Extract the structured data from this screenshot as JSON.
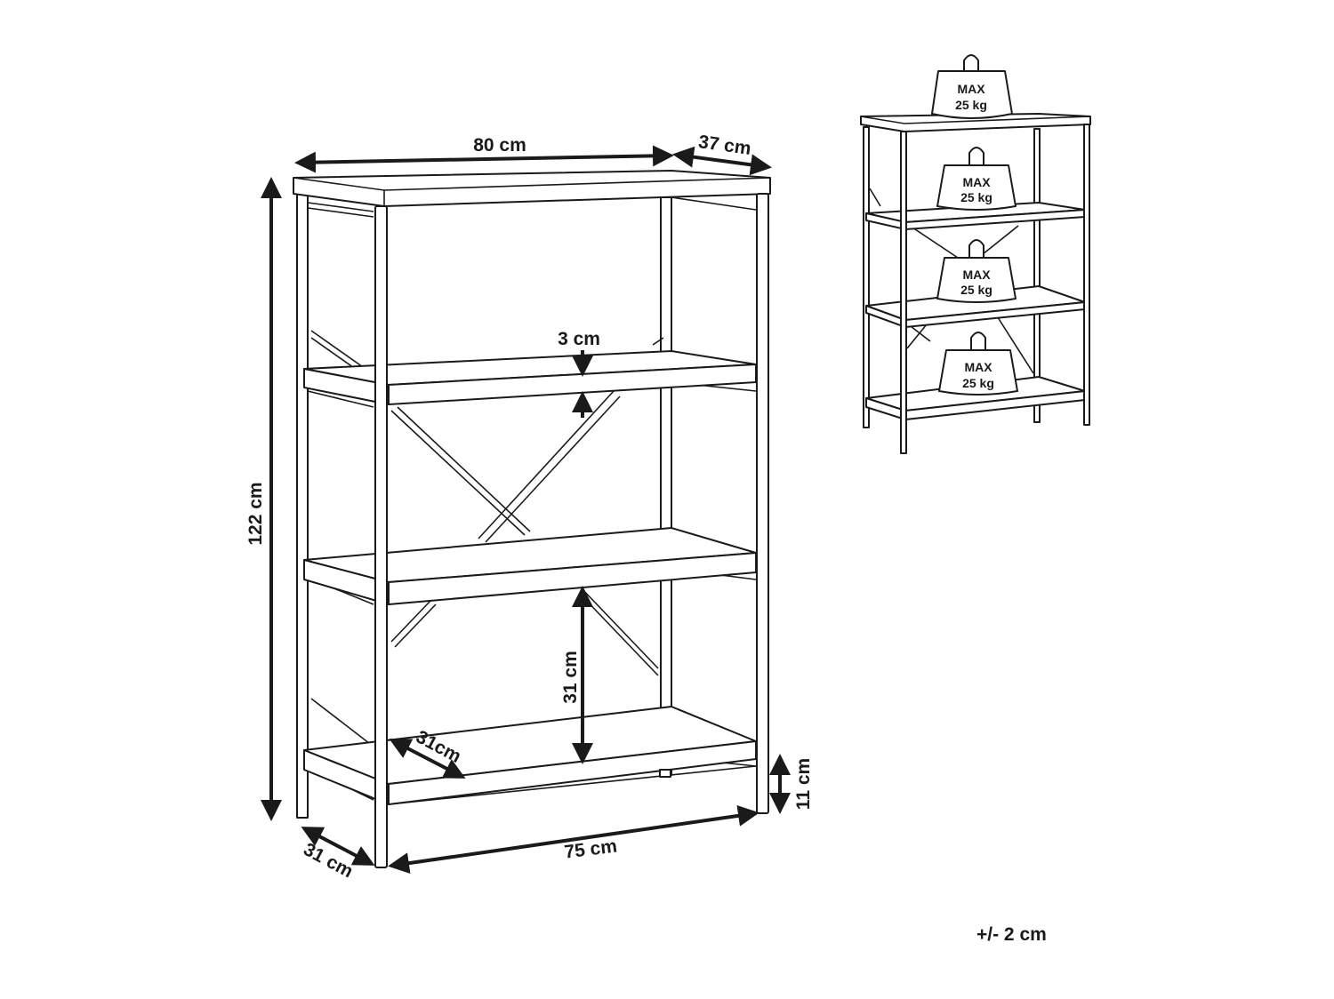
{
  "dimensions": {
    "width_top": "80 cm",
    "depth_top": "37 cm",
    "height": "122 cm",
    "shelf_thickness": "3 cm",
    "shelf_clearance": "31 cm",
    "shelf_depth": "31cm",
    "floor_clearance": "11 cm",
    "depth_bottom": "31 cm",
    "width_bottom": "75 cm"
  },
  "load_labels": [
    {
      "max": "MAX",
      "weight": "25 kg"
    },
    {
      "max": "MAX",
      "weight": "25 kg"
    },
    {
      "max": "MAX",
      "weight": "25 kg"
    },
    {
      "max": "MAX",
      "weight": "25 kg"
    }
  ],
  "tolerance": "+/- 2 cm"
}
